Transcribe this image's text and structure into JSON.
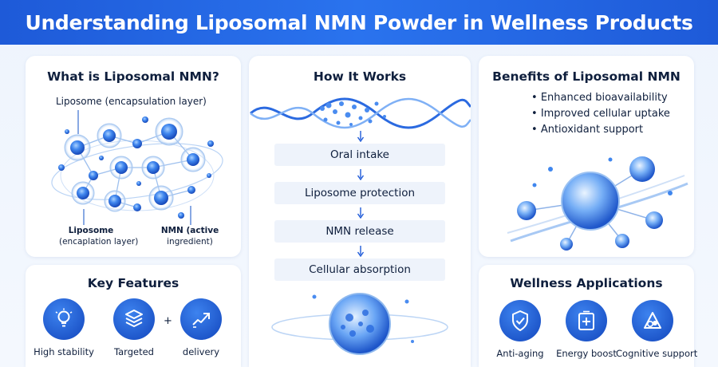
{
  "title": "Understanding Liposomal NMN Powder in Wellness Products",
  "what_is": {
    "heading": "What is Liposomal NMN?",
    "top_label": "Liposome (encapsulation layer)",
    "left_label_line1": "Liposome",
    "left_label_line2": "(encaplation layer)",
    "right_label_line1": "NMN (active",
    "right_label_line2": "ingredient)"
  },
  "how_it_works": {
    "heading": "How It Works",
    "steps": [
      "Oral intake",
      "Liposome protection",
      "NMN release",
      "Cellular absorption"
    ]
  },
  "benefits": {
    "heading": "Benefits of Liposomal NMN",
    "items": [
      "Enhanced bioavailability",
      "Improved cellular uptake",
      "Antioxidant support"
    ]
  },
  "key_features": {
    "heading": "Key Features",
    "items": [
      {
        "label": "High stability",
        "icon": "lightbulb-icon"
      },
      {
        "label": "Targeted",
        "icon": "layers-icon"
      },
      {
        "label": "delivery",
        "icon": "trend-arrow-icon"
      }
    ],
    "plus": "+"
  },
  "wellness": {
    "heading": "Wellness Applications",
    "items": [
      {
        "label": "Anti-aging",
        "icon": "shield-check-icon"
      },
      {
        "label": "Energy boost",
        "icon": "medical-box-icon"
      },
      {
        "label": "Cognitive support",
        "icon": "brain-icon"
      }
    ]
  },
  "colors": {
    "brand_blue": "#1e5ad8",
    "accent_blue": "#2a73ee",
    "text": "#0f1f3d",
    "step_bg": "#eef3fb"
  }
}
